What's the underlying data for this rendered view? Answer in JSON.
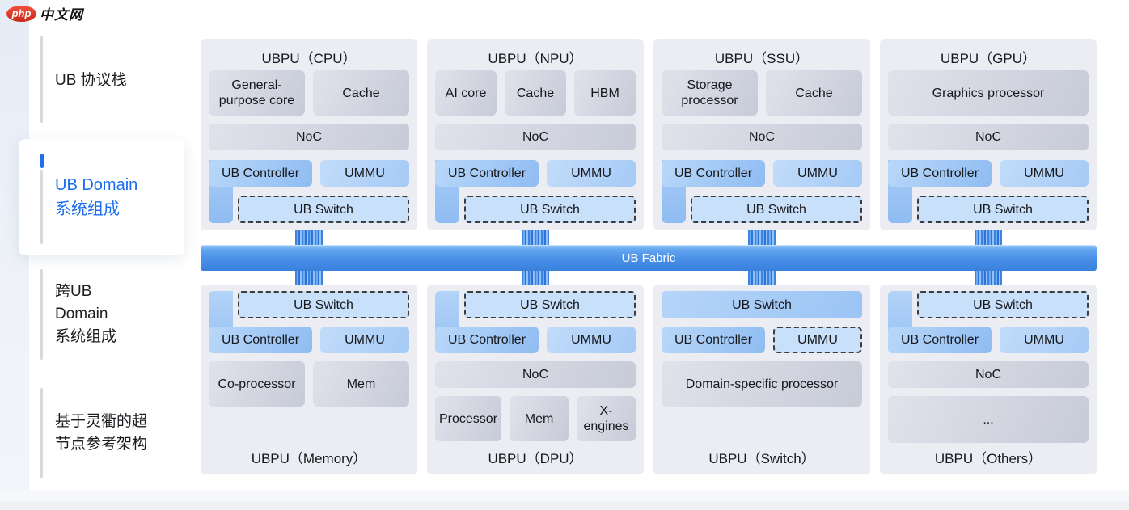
{
  "logo": {
    "badge": "php",
    "text": "中文网"
  },
  "sidebar": {
    "items": [
      {
        "label": "UB 协议栈",
        "active": false
      },
      {
        "label": "UB Domain\n系统组成",
        "active": true
      },
      {
        "label": "跨UB\nDomain\n系统组成",
        "active": false
      },
      {
        "label": "基于灵衢的超\n节点参考架构",
        "active": false
      }
    ]
  },
  "diagram": {
    "fabric_label": "UB Fabric",
    "shared": {
      "controller": "UB Controller",
      "ummu": "UMMU",
      "switch": "UB Switch",
      "noc": "NoC"
    },
    "cards": {
      "cpu": {
        "title": "UBPU（CPU）",
        "units": [
          "General-purpose core",
          "Cache"
        ]
      },
      "npu": {
        "title": "UBPU（NPU）",
        "units": [
          "AI core",
          "Cache",
          "HBM"
        ]
      },
      "ssu": {
        "title": "UBPU（SSU）",
        "units": [
          "Storage processor",
          "Cache"
        ]
      },
      "gpu": {
        "title": "UBPU（GPU）",
        "units": [
          "Graphics processor"
        ]
      },
      "memory": {
        "title": "UBPU（Memory）",
        "units": [
          "Co-processor",
          "Mem"
        ]
      },
      "dpu": {
        "title": "UBPU（DPU）",
        "units": [
          "Processor",
          "Mem",
          "X-engines"
        ]
      },
      "switch": {
        "title": "UBPU（Switch）",
        "units": [
          "Domain-specific processor"
        ]
      },
      "others": {
        "title": "UBPU（Others）",
        "units": [
          "..."
        ]
      }
    },
    "colors": {
      "fabric_blue": "#4c92e8",
      "block_blue": "#9cc3f4",
      "block_grey": "#ccd0db",
      "accent_blue": "#1f6ff0",
      "logo_red": "#d93325"
    }
  }
}
